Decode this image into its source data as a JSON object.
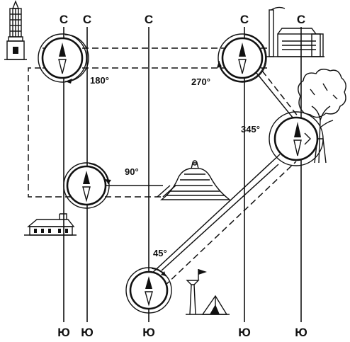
{
  "diagram": {
    "north_label": "С",
    "south_label": "Ю",
    "angles": [
      "180°",
      "270°",
      "345°",
      "90°",
      "45°"
    ]
  }
}
